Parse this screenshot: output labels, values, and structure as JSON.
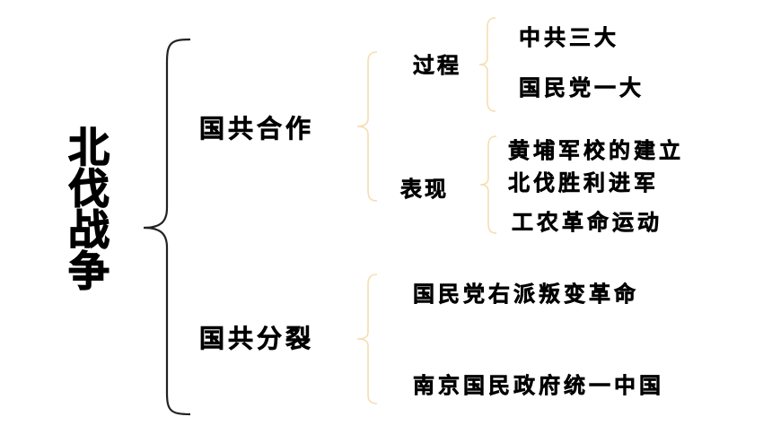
{
  "root": {
    "label": "北伐战争"
  },
  "branches": [
    {
      "label": "国共合作",
      "children": [
        {
          "label": "过程",
          "items": [
            "中共三大",
            "国民党一大"
          ]
        },
        {
          "label": "表现",
          "items": [
            "黄埔军校的建立",
            "北伐胜利进军",
            "工农革命运动"
          ]
        }
      ]
    },
    {
      "label": "国共分裂",
      "items": [
        "国民党右派叛变革命",
        "南京国民政府统一中国"
      ]
    }
  ],
  "colors": {
    "main_bracket": "#222222",
    "sub_bracket": "#f5deb0",
    "text": "#000000"
  }
}
